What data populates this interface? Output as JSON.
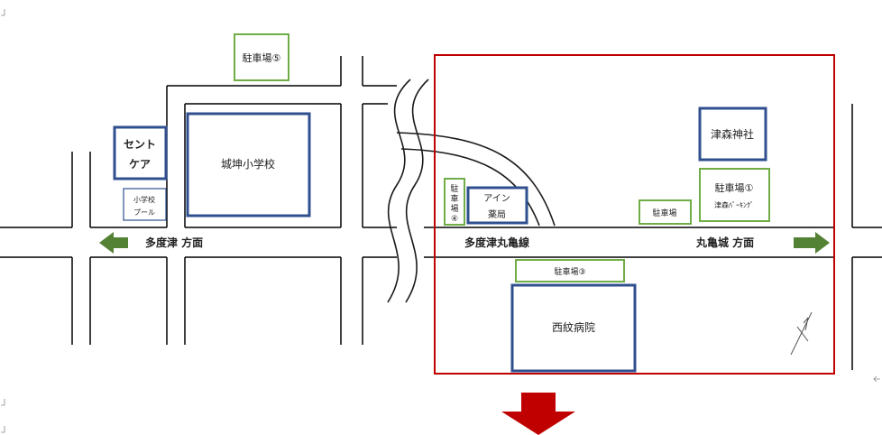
{
  "map": {
    "road_left_label": "多度津 方面",
    "road_right_label": "丸亀城 方面",
    "railway_label": "多度津丸亀線",
    "colors": {
      "highlight_frame": "#c00000",
      "building_border": "#2f4f8f",
      "parking_border": "#70ad47",
      "direction_arrow": "#548235",
      "down_arrow": "#c00000",
      "road_line": "#000000"
    }
  },
  "places": {
    "school": "城坤小学校",
    "pool_line1": "小学校",
    "pool_line2": "プール",
    "care_line1": "セント",
    "care_line2": "ケア",
    "pharmacy_line1": "アイン",
    "pharmacy_line2": "薬局",
    "shrine": "津森神社",
    "hospital": "西紋病院"
  },
  "parking": {
    "p5": "駐車場⑤",
    "p4_line1": "駐",
    "p4_line2": "車",
    "p4_line3": "場",
    "p4_line4": "④",
    "p3": "駐車場③",
    "p1_line1": "駐車場①",
    "p1_line2": "津森ﾊﾟｰｷﾝｸﾞ",
    "small": "駐車場"
  },
  "icons": [
    "north-arrow-icon",
    "arrow-left-icon",
    "arrow-right-icon",
    "arrow-down-icon",
    "return-mark-icon"
  ]
}
